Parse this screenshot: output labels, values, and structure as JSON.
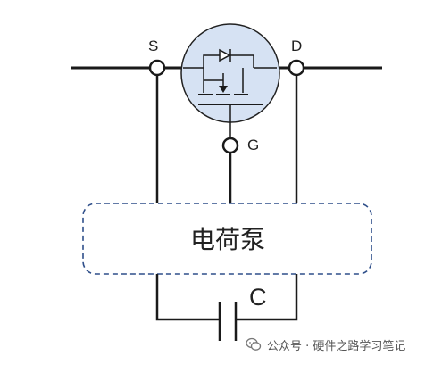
{
  "labels": {
    "source": "S",
    "drain": "D",
    "gate": "G",
    "charge_pump": "电荷泵",
    "capacitor": "C"
  },
  "watermark": "公众号 · 硬件之路学习笔记",
  "watermark_icon": "wechat-icon",
  "colors": {
    "wire": "#1a1a1a",
    "mosfet_fill": "#d6e2f3",
    "mosfet_stroke": "#222222",
    "pump_border": "#2f4f8a",
    "text": "#222222"
  }
}
